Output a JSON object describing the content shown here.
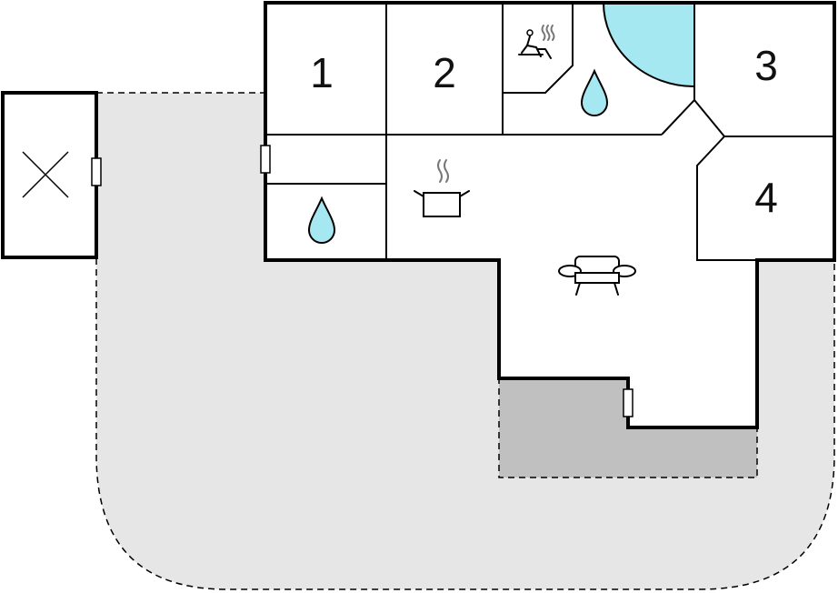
{
  "rooms": [
    {
      "id": "bedroom-1",
      "label": "1"
    },
    {
      "id": "bedroom-2",
      "label": "2"
    },
    {
      "id": "bedroom-3",
      "label": "3"
    },
    {
      "id": "bedroom-4",
      "label": "4"
    }
  ],
  "colors": {
    "terrace": "#e6e6e6",
    "covered_terrace": "#c0c0c0",
    "water": "#a6e8f2",
    "wall": "#000000",
    "floor": "#ffffff"
  },
  "icons": [
    "water-drop-icon",
    "sauna-icon",
    "cooking-pot-icon",
    "sofa-icon",
    "jacuzzi-icon",
    "door-icon",
    "parking-x-icon"
  ]
}
